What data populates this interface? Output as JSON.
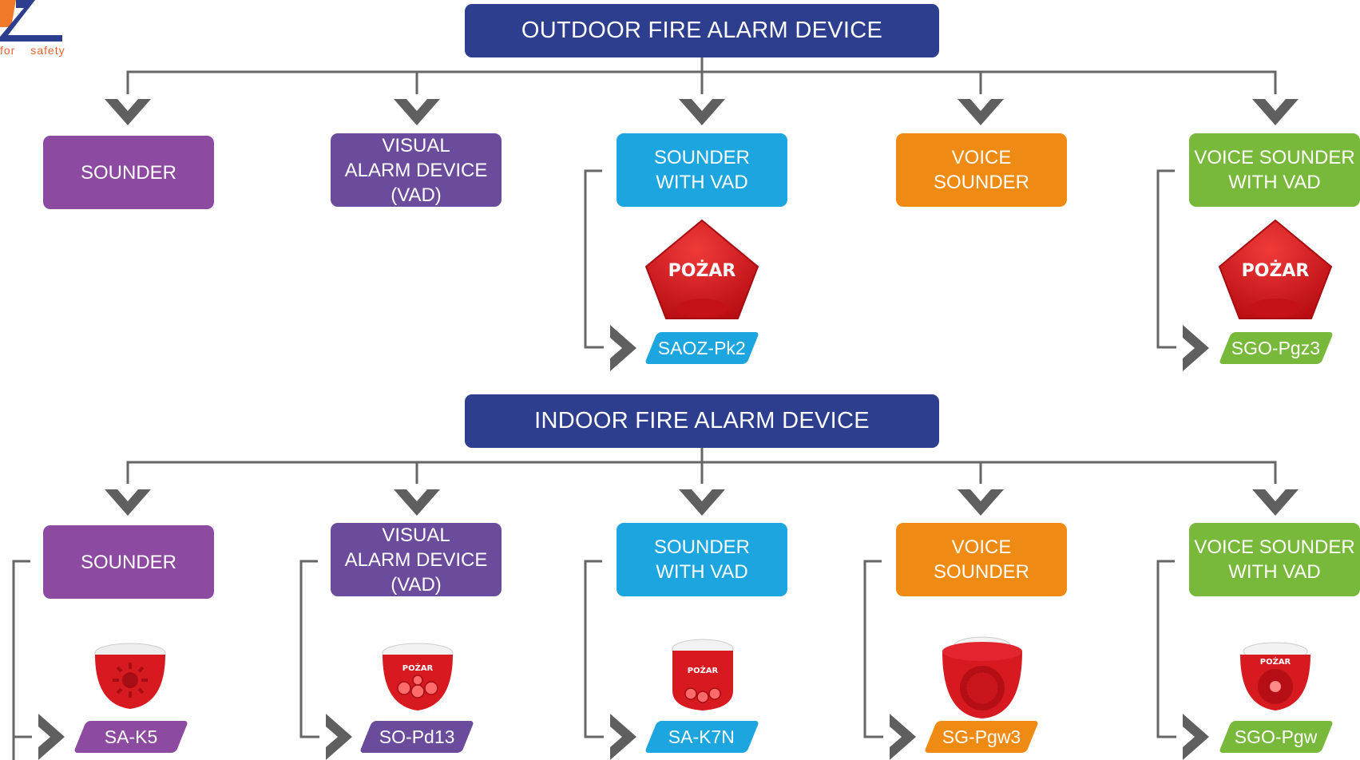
{
  "logo": {
    "tagline": "for safety",
    "colors": {
      "orange": "#f07a2a",
      "navy": "#2e3e8f"
    }
  },
  "outdoor": {
    "title": "OUTDOOR FIRE ALARM DEVICE",
    "categories": [
      {
        "label": "SOUNDER"
      },
      {
        "label": "VISUAL\nALARM DEVICE\n(VAD)"
      },
      {
        "label": "SOUNDER\nWITH VAD"
      },
      {
        "label": "VOICE\nSOUNDER"
      },
      {
        "label": "VOICE SOUNDER\nWITH VAD"
      }
    ],
    "products": [
      {
        "model": "SAOZ-Pk2",
        "device_text": "POŻAR"
      },
      {
        "model": "SGO-Pgz3",
        "device_text": "POŻAR"
      }
    ]
  },
  "indoor": {
    "title": "INDOOR FIRE ALARM DEVICE",
    "categories": [
      {
        "label": "SOUNDER"
      },
      {
        "label": "VISUAL\nALARM DEVICE\n(VAD)"
      },
      {
        "label": "SOUNDER\nWITH VAD"
      },
      {
        "label": "VOICE\nSOUNDER"
      },
      {
        "label": "VOICE SOUNDER\nWITH VAD"
      }
    ],
    "products": [
      {
        "model": "SA-K5"
      },
      {
        "model": "SO-Pd13",
        "device_text": "POŻAR"
      },
      {
        "model": "SA-K7N",
        "device_text": "POŻAR"
      },
      {
        "model": "SG-Pgw3"
      },
      {
        "model": "SGO-Pgw",
        "device_text": "POŻAR"
      }
    ]
  },
  "colors": {
    "header": "#2e3e8f",
    "sounder": "#8c4aa0",
    "vad": "#6a4b9c",
    "sounder_with_vad": "#1ca5de",
    "voice_sounder": "#ef8a12",
    "voice_sounder_with_vad": "#78b83b",
    "connector": "#555555",
    "device_red": "#d71920"
  }
}
